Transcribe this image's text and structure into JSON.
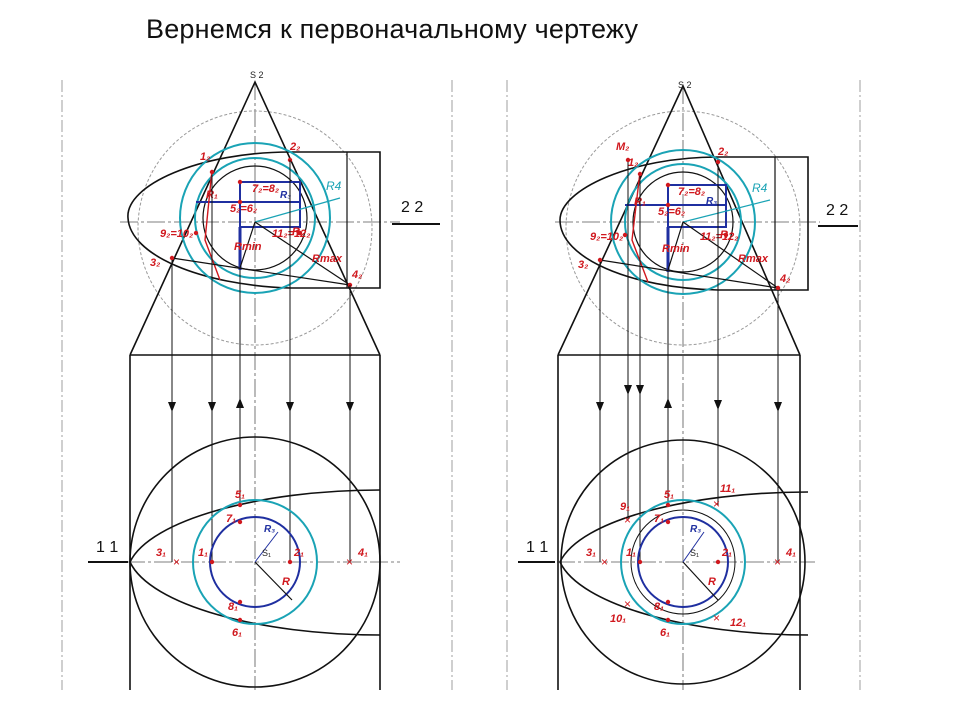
{
  "title": "Вернемся к первоначальному чертежу",
  "colors": {
    "red": "#d0181e",
    "blue": "#1f2fa0",
    "teal": "#1aa3b5",
    "black": "#111111",
    "gray": "#9a9a9a"
  },
  "left": {
    "s2": "S 2",
    "front": [
      "1₂",
      "2₂",
      "3₂",
      "4₂",
      "7₂=8₂",
      "5₂=6₂",
      "9₂=10₂",
      "11₂=12₂",
      "R₁",
      "R₃",
      "R4",
      "R",
      "Rmax",
      "Rmin"
    ],
    "plane": "2 2",
    "plan": [
      "5₁",
      "7₁",
      "3₁",
      "1₁",
      "S₁",
      "2₁",
      "4₁",
      "8₁",
      "6₁",
      "R₃",
      "R"
    ],
    "plane1": "1 1"
  },
  "right": {
    "s2": "S 2",
    "front": [
      "M₂",
      "1₂",
      "2₂",
      "3₂",
      "4₂",
      "7₂=8₂",
      "5₂=6₂",
      "9₂=10₂",
      "11₂=12₂",
      "R₁",
      "R₃",
      "R4",
      "R",
      "Rmax",
      "Rmin"
    ],
    "plane": "2 2",
    "plan": [
      "5₁",
      "9₁",
      "11₁",
      "7₁",
      "3₁",
      "1₁",
      "S₁",
      "2₁",
      "4₁",
      "8₁",
      "10₁",
      "6₁",
      "12₁",
      "R₃",
      "R"
    ],
    "plane1": "1 1"
  }
}
